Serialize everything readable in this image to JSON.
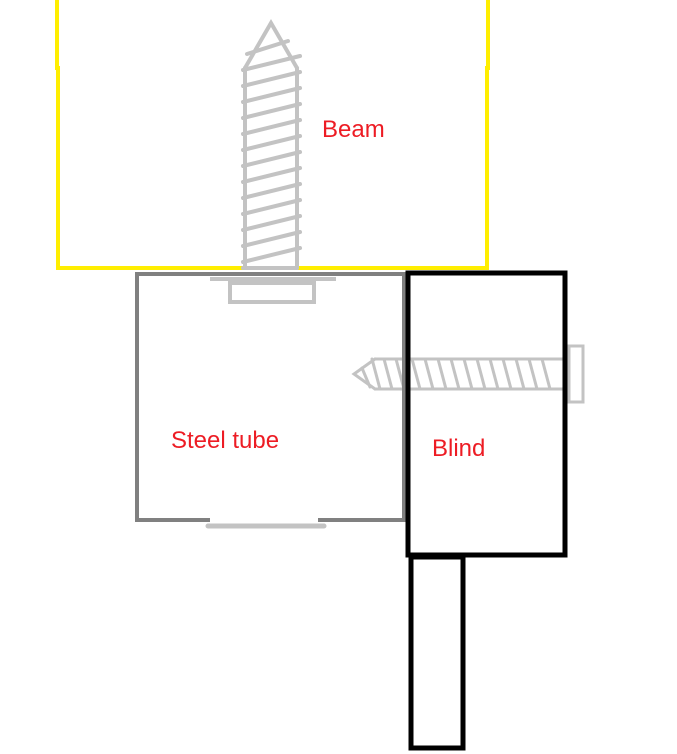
{
  "diagram": {
    "labels": {
      "beam": "Beam",
      "steel_tube": "Steel tube",
      "blind": "Blind"
    },
    "colors": {
      "beam_outline": "#ffee00",
      "tube_outline": "#808080",
      "blind_outline": "#000000",
      "screw": "#c3c3c3",
      "label_text": "#ed1c24",
      "background": "#ffffff"
    },
    "components": [
      {
        "id": "beam",
        "shape": "open-bottom-rectangle",
        "outline": "yellow"
      },
      {
        "id": "vertical-screw",
        "shape": "screw",
        "orientation": "vertical",
        "into": "beam"
      },
      {
        "id": "steel-tube",
        "shape": "rectangle",
        "outline": "gray"
      },
      {
        "id": "horizontal-screw",
        "shape": "screw",
        "orientation": "horizontal",
        "through": "blind",
        "into": "steel-tube"
      },
      {
        "id": "blind",
        "shape": "rectangle",
        "outline": "black"
      },
      {
        "id": "blind-hanger",
        "shape": "rectangle",
        "outline": "black"
      }
    ]
  }
}
